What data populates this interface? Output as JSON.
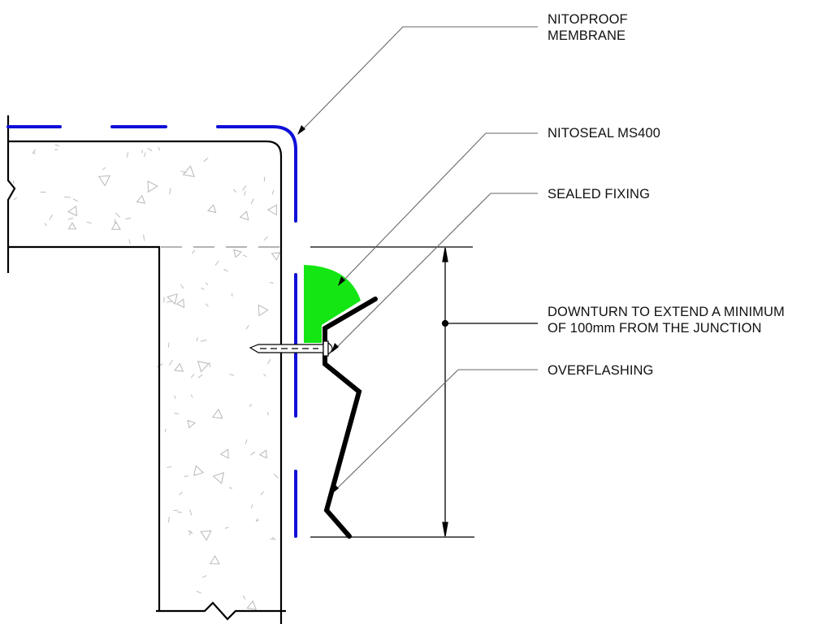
{
  "title": "Downturn overflashing detail with Nitoproof membrane",
  "colors": {
    "membrane": "#1010d8",
    "sealant": "#14e614",
    "line": "#000000",
    "leader": "#666666",
    "aggregate": "#b8b8b8"
  },
  "labels": [
    {
      "id": "membrane",
      "lines": [
        "NITOPROOF",
        "MEMBRANE"
      ]
    },
    {
      "id": "sealant",
      "lines": [
        "NITOSEAL MS400"
      ]
    },
    {
      "id": "fixing",
      "lines": [
        "SEALED FIXING"
      ]
    },
    {
      "id": "downturn",
      "lines": [
        "DOWNTURN TO EXTEND A MINIMUM",
        "OF 100mm FROM THE JUNCTION"
      ]
    },
    {
      "id": "overflashing",
      "lines": [
        "OVERFLASHING"
      ]
    }
  ],
  "dimension": {
    "value_text": "100mm minimum"
  }
}
